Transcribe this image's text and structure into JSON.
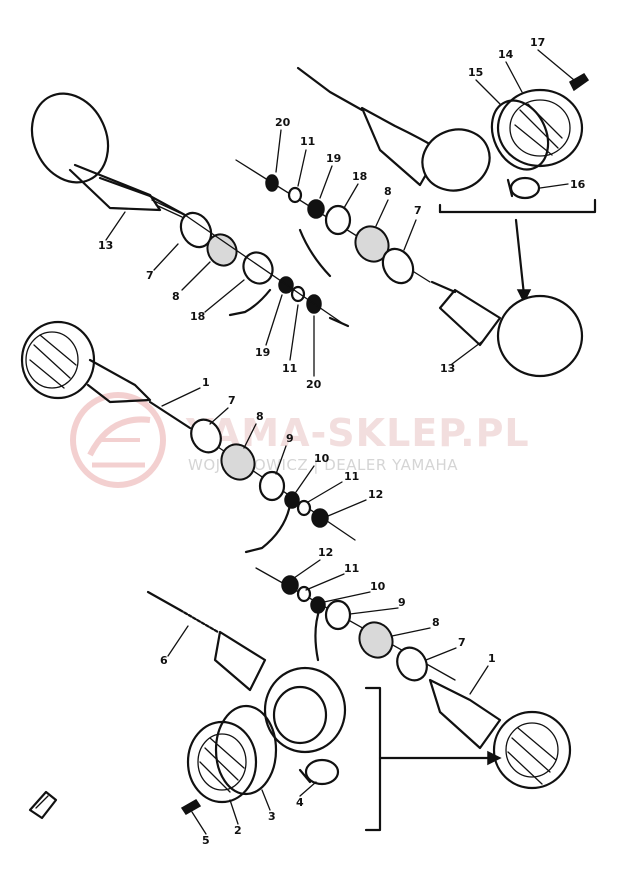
{
  "watermark": {
    "brand": "YAMA-SKLEP.PL",
    "subtitle": "WOJ. CHOWICZ | DEALER YAMAHA",
    "logo_icon": "yamaha-sklep-logo"
  },
  "callouts": [
    "1",
    "2",
    "3",
    "4",
    "5",
    "6",
    "7",
    "8",
    "9",
    "10",
    "11",
    "12",
    "13",
    "14",
    "15",
    "16",
    "17",
    "18",
    "19",
    "20"
  ],
  "direction_icon": "front-arrow-icon",
  "colors": {
    "line": "#111111",
    "watermark_red": "#e8c4c4",
    "watermark_gray": "#c7c7c7"
  }
}
